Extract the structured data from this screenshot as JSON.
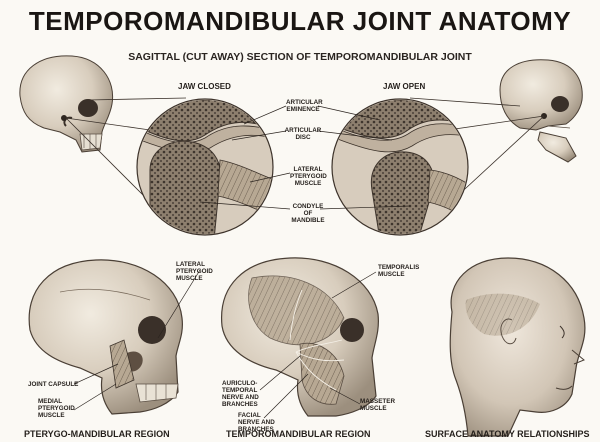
{
  "title": "TEMPOROMANDIBULAR JOINT ANATOMY",
  "subtitle": "SAGITTAL (CUT AWAY) SECTION OF TEMPOROMANDIBULAR JOINT",
  "views": {
    "closed": "JAW CLOSED",
    "open": "JAW OPEN"
  },
  "labels": {
    "articular_eminence": "ARTICULAR EMINENCE",
    "articular_disc": "ARTICULAR DISC",
    "lateral_pterygoid_center": "LATERAL PTERYGOID MUSCLE",
    "condyle": "CONDYLE OF MANDIBLE",
    "lateral_pterygoid_left": "LATERAL PTERYGOID MUSCLE",
    "joint_capsule": "JOINT CAPSULE",
    "medial_pterygoid": "MEDIAL PTERYGOID MUSCLE",
    "temporalis": "TEMPORALIS MUSCLE",
    "auriculotemporal": "AURICULO-TEMPORAL NERVE AND BRANCHES",
    "facial_nerve": "FACIAL NERVE AND BRANCHES",
    "masseter": "MASSETER MUSCLE"
  },
  "captions": {
    "left": "PTERYGO-MANDIBULAR REGION",
    "center": "TEMPOROMANDIBULAR REGION",
    "right": "SURFACE ANATOMY RELATIONSHIPS"
  }
}
